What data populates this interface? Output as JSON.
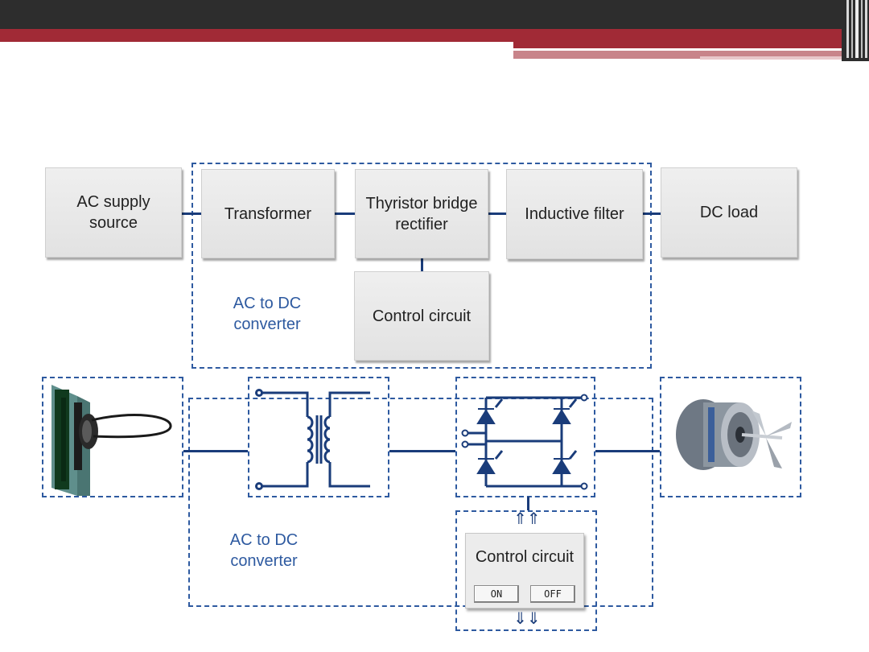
{
  "top_diagram": {
    "ac_supply": "AC supply\nsource",
    "transformer": "Transformer",
    "rectifier": "Thyristor bridge\nrectifier",
    "inductive_filter": "Inductive filter",
    "dc_load": "DC load",
    "control_circuit": "Control circuit",
    "group_label": "AC to DC\nconverter"
  },
  "bottom_diagram": {
    "group_label": "AC to DC\nconverter",
    "control_circuit": {
      "title": "Control circuit",
      "on_label": "ON",
      "off_label": "OFF"
    }
  },
  "colors": {
    "header_dark": "#2d2d2d",
    "header_red": "#a12a36",
    "dash_blue": "#2e5aa0",
    "line_navy": "#1a3c7a"
  }
}
